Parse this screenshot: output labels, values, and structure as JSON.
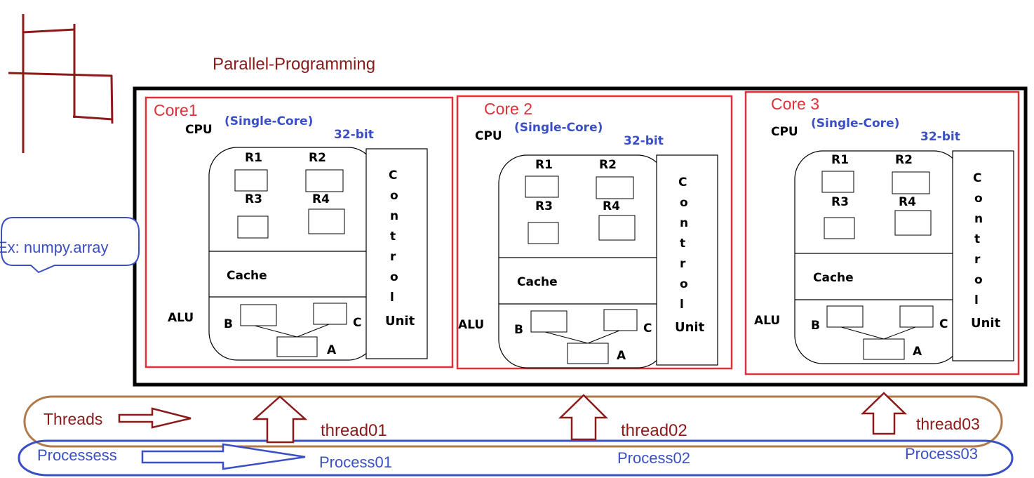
{
  "title": "Parallel-Programming",
  "callout": "Ex: numpy.array",
  "threads_label": "Threads",
  "processes_label": "Processess",
  "colors": {
    "maroon": "#8b1a1a",
    "blue": "#3a4fc4",
    "red": "#e0303a",
    "brown": "#b07a4a",
    "black": "#000000"
  },
  "cores": [
    {
      "name": "Core1",
      "cpu": "CPU",
      "type": "(Single-Core)",
      "bits": "32-bit",
      "registers": [
        "R1",
        "R2",
        "R3",
        "R4"
      ],
      "cache": "Cache",
      "alu": "ALU",
      "alu_inputs": [
        "B",
        "C"
      ],
      "alu_output": "A",
      "control_letters": [
        "C",
        "o",
        "n",
        "t",
        "r",
        "o",
        "l"
      ],
      "control_unit": "Unit",
      "thread": "thread01",
      "process": "Process01"
    },
    {
      "name": "Core 2",
      "cpu": "CPU",
      "type": "(Single-Core)",
      "bits": "32-bit",
      "registers": [
        "R1",
        "R2",
        "R3",
        "R4"
      ],
      "cache": "Cache",
      "alu": "ALU",
      "alu_inputs": [
        "B",
        "C"
      ],
      "alu_output": "A",
      "control_letters": [
        "C",
        "o",
        "n",
        "t",
        "r",
        "o",
        "l"
      ],
      "control_unit": "Unit",
      "thread": "thread02",
      "process": "Process02"
    },
    {
      "name": "Core 3",
      "cpu": "CPU",
      "type": "(Single-Core)",
      "bits": "32-bit",
      "registers": [
        "R1",
        "R2",
        "R3",
        "R4"
      ],
      "cache": "Cache",
      "alu": "ALU",
      "alu_inputs": [
        "B",
        "C"
      ],
      "alu_output": "A",
      "control_letters": [
        "C",
        "o",
        "n",
        "t",
        "r",
        "o",
        "l"
      ],
      "control_unit": "Unit",
      "thread": "thread03",
      "process": "Process03"
    }
  ]
}
